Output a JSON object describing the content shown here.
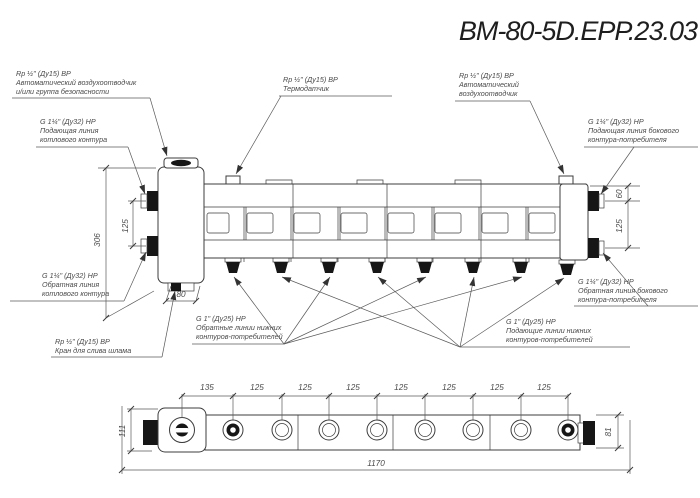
{
  "title": "BM-80-5D.EPP.23.03",
  "labels": {
    "air_vent_group": {
      "line1": "Rp ½\" (Ду15) ВР",
      "line2": "Автоматический воздухоотводчик",
      "line3": "и/или группа безопасности"
    },
    "supply_boiler": {
      "line1": "G 1¼\" (Ду32) НР",
      "line2": "Подающая линия",
      "line3": "котлового контура"
    },
    "thermo_sensor": {
      "line1": "Rp ½\" (Ду15) ВР",
      "line2": "Термодатчик"
    },
    "air_vent": {
      "line1": "Rp ½\" (Ду15) ВР",
      "line2": "Автоматический",
      "line3": "воздухоотводчик"
    },
    "supply_side": {
      "line1": "G 1¼\" (Ду32) НР",
      "line2": "Подающая линия бокового",
      "line3": "контура-потребителя"
    },
    "return_boiler": {
      "line1": "G 1¼\" (Ду32) НР",
      "line2": "Обратная линия",
      "line3": "котлового контура"
    },
    "drain": {
      "line1": "Rp ½\" (Ду15) ВР",
      "line2": "Кран для слива шлама"
    },
    "return_lower": {
      "line1": "G 1\" (Ду25) НР",
      "line2": "Обратные линии нижних",
      "line3": "контуров-потребителей"
    },
    "supply_lower": {
      "line1": "G 1\" (Ду25) НР",
      "line2": "Подающие линии нижних",
      "line3": "контуров-потребителей"
    },
    "return_side": {
      "line1": "G 1¼\" (Ду32) НР",
      "line2": "Обратная линия бокового",
      "line3": "контура-потребителя"
    }
  },
  "dims": {
    "separator_height": "306",
    "left_port_spacing": "125",
    "separator_width": "80",
    "side_port_offset": "60",
    "side_port_spacing": "125",
    "first_pitch": "135",
    "pitch": [
      "125",
      "125",
      "125",
      "125",
      "125",
      "125",
      "125"
    ],
    "total_length": "1170",
    "left_end_height": "111",
    "right_end_height": "81"
  },
  "colors": {
    "line": "#3c3c3c",
    "text": "#4a4a4a",
    "background": "#ffffff"
  }
}
